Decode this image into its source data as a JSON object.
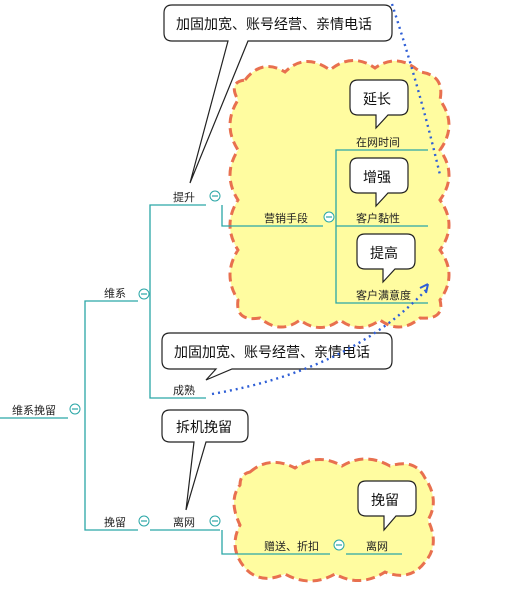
{
  "nodes": {
    "root": "维系挽留",
    "maintain": "维系",
    "retain": "挽留",
    "upgrade": "提升",
    "mature": "成熟",
    "leave": "离网",
    "marketing": "营销手段",
    "online_time": "在网时间",
    "stickiness": "客户黏性",
    "satisfaction": "客户满意度",
    "gift_discount": "赠送、折扣",
    "leave_sub": "离网"
  },
  "callouts": {
    "upgrade_note": "加固加宽、账号经营、亲情电话",
    "mature_note": "加固加宽、账号经营、亲情电话",
    "dismantle_note": "拆机挽留",
    "extend": "延长",
    "enhance": "增强",
    "raise": "提高",
    "retain_note": "挽留"
  },
  "colors": {
    "branch_line": "#2aa6a6",
    "cloud_fill": "#fffca0",
    "cloud_border": "#e8704f",
    "dotted_arrow": "#2f5fd6",
    "callout_fill": "#ffffff",
    "callout_border": "#222222"
  }
}
